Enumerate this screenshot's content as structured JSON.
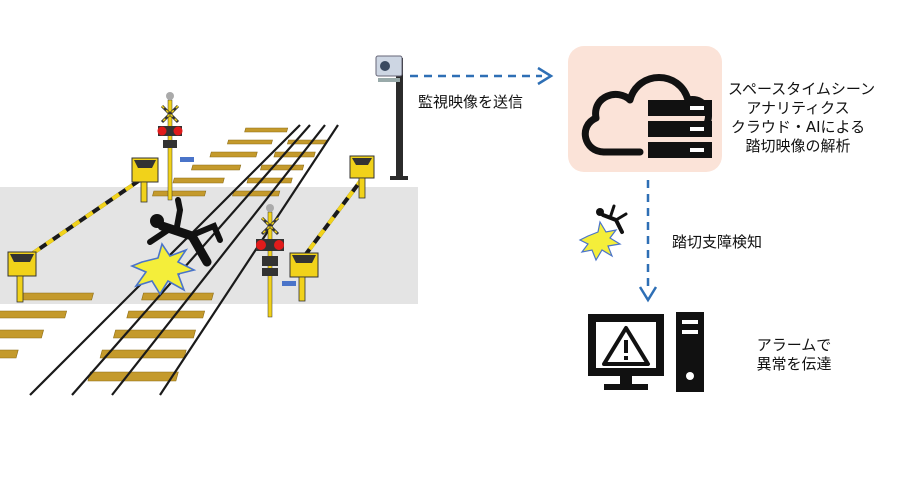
{
  "arrows": {
    "send_label": "監視映像を送信",
    "detect_label": "踏切支障検知"
  },
  "cloud": {
    "lines": [
      "スペースタイムシーン",
      "アナリティクス",
      "クラウド・AIによる",
      "踏切映像の解析"
    ]
  },
  "alarm": {
    "lines": [
      "アラームで",
      "異常を伝達"
    ]
  },
  "colors": {
    "arrow": "#2e6fb5",
    "cloud_bg": "#fbe3d8",
    "band": "#e4e4e4",
    "sleeper": "#c49a2c",
    "barrier_yellow": "#f1d21a",
    "burst_yellow": "#f4ee3a",
    "burst_blue": "#4a74c9"
  },
  "icons": [
    "camera-icon",
    "cloud-server-icon",
    "warning-monitor-icon",
    "falling-person-icon"
  ]
}
